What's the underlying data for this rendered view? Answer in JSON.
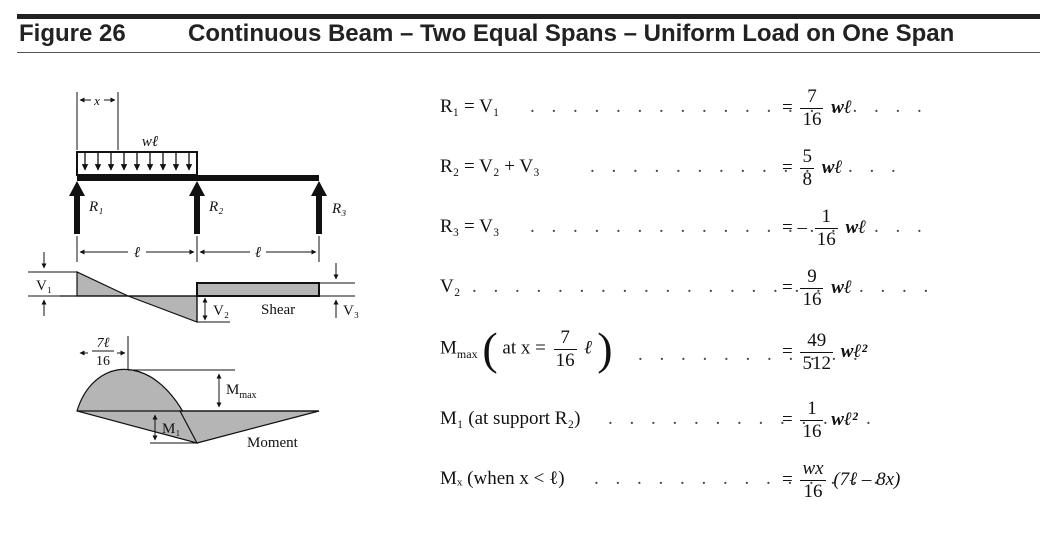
{
  "header": {
    "figure_label": "Figure 26",
    "title": "Continuous Beam – Two Equal Spans – Uniform Load on One Span"
  },
  "diagram": {
    "x_label": "x",
    "load_label": "wℓ",
    "reactions": [
      "R₁",
      "R₂",
      "R₃"
    ],
    "span_label": "ℓ",
    "v1_label": "V₁",
    "v2_label": "V₂",
    "v3_label": "V₃",
    "shear_label": "Shear",
    "mmax_pos_num": "7ℓ",
    "mmax_pos_den": "16",
    "mmax_label": "M",
    "mmax_sub": "max",
    "m1_label": "M₁",
    "moment_label": "Moment"
  },
  "equations": [
    {
      "lhs": "R₁ = V₁",
      "num": "7",
      "den": "16",
      "rhs": "wℓ"
    },
    {
      "lhs": "R₂ = V₂ + V₃",
      "num": "5",
      "den": "8",
      "rhs": "wℓ"
    },
    {
      "lhs": "R₃ = V₃",
      "prefix": "–",
      "num": "1",
      "den": "16",
      "rhs": "wℓ"
    },
    {
      "lhs": "V₂",
      "num": "9",
      "den": "16",
      "rhs": "wℓ"
    },
    {
      "lhs_main": "M",
      "lhs_sub": "max",
      "lhs_cond": "at x =",
      "cond_num": "7",
      "cond_den": "16",
      "cond_var": "ℓ",
      "num": "49",
      "den": "512",
      "rhs": "wℓ²"
    },
    {
      "lhs": "M₁ (at support R₂)",
      "num": "1",
      "den": "16",
      "rhs": "wℓ²"
    },
    {
      "lhs": "Mₓ (when x < ℓ)",
      "num": "wx",
      "den": "16",
      "rhs": "(7ℓ – 8x)"
    }
  ],
  "equals_sign": "="
}
